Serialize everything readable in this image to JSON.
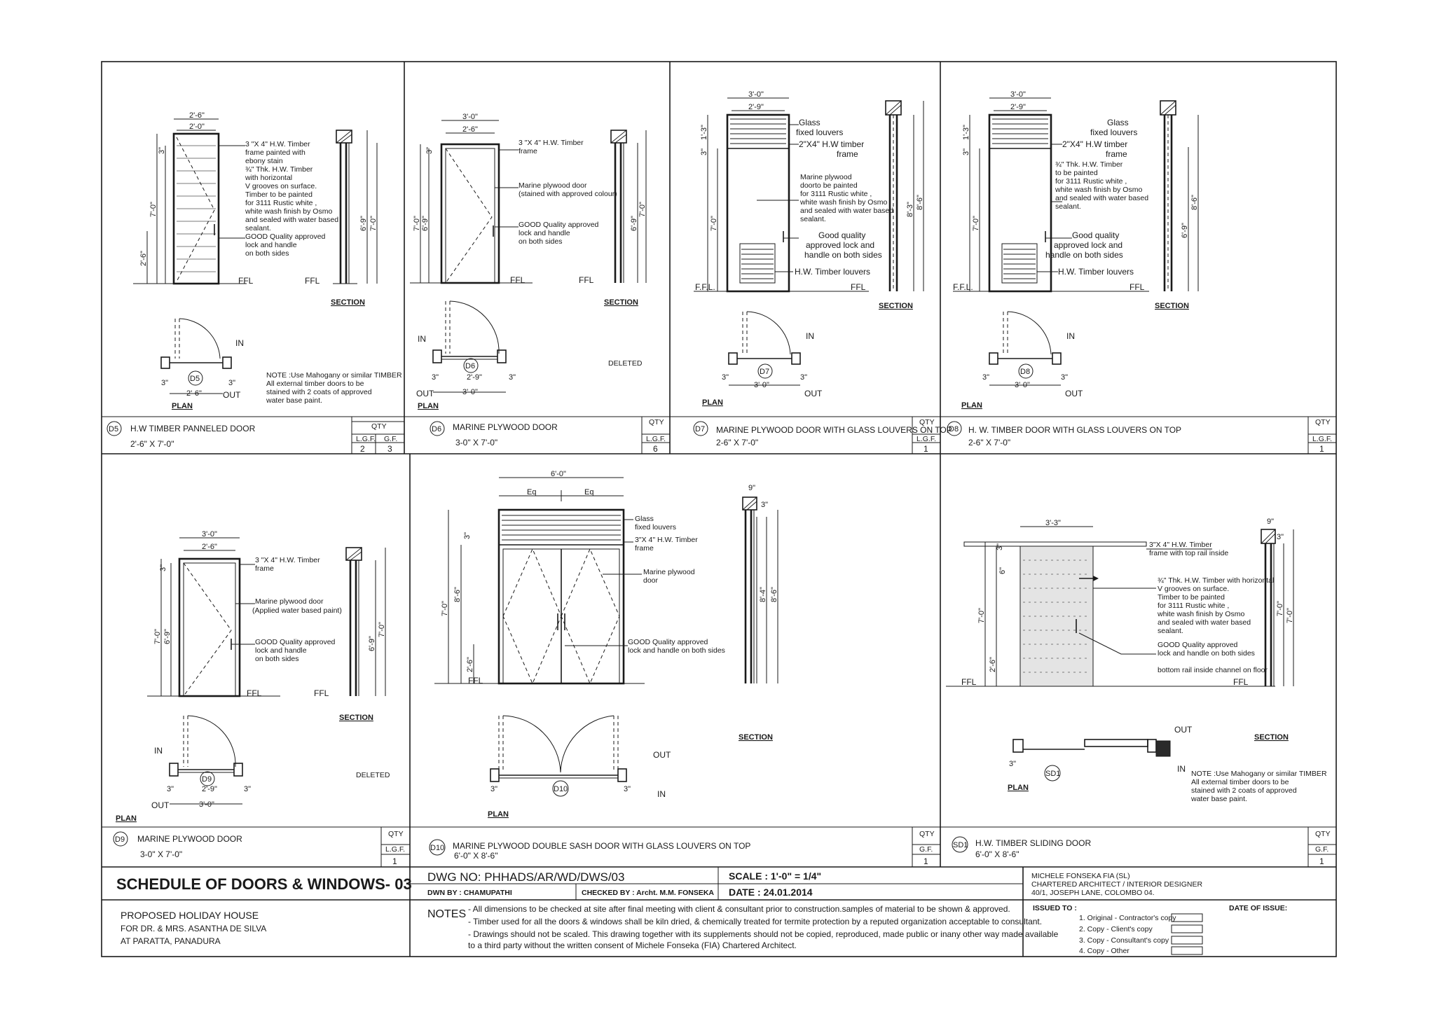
{
  "common": {
    "ffl": "FFL",
    "ffl_dotted": "F.F.L.",
    "section": "SECTION",
    "plan": "PLAN",
    "in": "IN",
    "out": "OUT",
    "qty": "QTY",
    "lgf": "L.G.F.",
    "gf": "G.F.",
    "deleted": "DELETED"
  },
  "dims": {
    "d2_6": "2'-6\"",
    "d2_0": "2'-0\"",
    "d3_0": "3'-0\"",
    "d2_9": "2'-9\"",
    "d3": "3\"",
    "d7_0": "7'-0\"",
    "d6_9": "6'-9\"",
    "d2_6v": "2'-6\"",
    "d1_3": "1'-3\"",
    "d8_3": "8'-3\"",
    "d8_6": "8'-6\"",
    "d8_4": "8'-4\"",
    "d6_0": "6'-0\"",
    "eq": "Eq",
    "d3_3": "3'-3\"",
    "d9": "9\"",
    "d6": "6\""
  },
  "doors": {
    "d5": {
      "tag": "D5",
      "name": "H.W TIMBER PANNELED DOOR",
      "size": "2'-6\" X 7'-0\"",
      "qty_lgf": "2",
      "qty_gf": "3",
      "notes": [
        "3 \"X 4\" H.W. Timber",
        "frame painted with",
        "ebony stain",
        "¾\" Thk. H.W. Timber",
        "with horizontal",
        "V grooves on surface.",
        "Timber to be painted",
        "for  3111 Rustic white ,",
        "white wash finish by Osmo",
        "and sealed with water based",
        "sealant.",
        "GOOD Quality approved",
        "lock and handle",
        "on both sides"
      ],
      "plan_note": [
        "NOTE :Use Mahogany or similar TIMBER",
        "All external timber doors to be",
        "stained with 2 coats of approved",
        "water base paint."
      ]
    },
    "d6": {
      "tag": "D6",
      "name": "MARINE PLYWOOD DOOR",
      "size": "3-0\" X 7'-0\"",
      "qty_lgf": "6",
      "notes_frame": [
        "3 \"X 4\" H.W. Timber",
        "frame"
      ],
      "notes_door": [
        "Marine plywood door",
        "(stained with approved colour)"
      ],
      "notes_lock": [
        "GOOD Quality approved",
        "lock and handle",
        "on both sides"
      ]
    },
    "d7": {
      "tag": "D7",
      "name": "MARINE PLYWOOD  DOOR WITH GLASS LOUVERS ON TOP",
      "size": "2-6\" X 7'-0\"",
      "qty_lgf": "1",
      "notes_glass": [
        "Glass",
        "fixed louvers"
      ],
      "notes_frame": [
        "2\"X4\" H.W timber",
        "frame"
      ],
      "notes_door": [
        "Marine plywood",
        "doorto be painted",
        "for  3111 Rustic white ,",
        "white wash finish by Osmo",
        "and sealed with water based",
        "sealant."
      ],
      "notes_lock": [
        "Good quality",
        "approved lock and",
        "handle on both sides"
      ],
      "notes_louver": [
        "H.W. Timber louvers"
      ]
    },
    "d8": {
      "tag": "D8",
      "name": "H. W. TIMBER  DOOR WITH GLASS LOUVERS ON TOP",
      "size": "2-6\" X 7'-0\"",
      "qty_lgf": "1",
      "notes_glass": [
        "Glass",
        "fixed louvers"
      ],
      "notes_frame": [
        "2\"X4\" H.W timber",
        "frame"
      ],
      "notes_door": [
        "¾\" Thk. H.W. Timber",
        " to be painted",
        "for  3111 Rustic white ,",
        "white wash finish by Osmo",
        "and sealed with water based",
        "sealant."
      ],
      "notes_lock": [
        "Good quality",
        "approved lock and",
        "handle on both sides"
      ],
      "notes_louver": [
        "H.W. Timber louvers"
      ]
    },
    "d9": {
      "tag": "D9",
      "name": "MARINE PLYWOOD DOOR",
      "size": "3-0\" X 7'-0\"",
      "qty_lgf": "1",
      "notes_frame": [
        "3 \"X 4\" H.W. Timber",
        "frame"
      ],
      "notes_door": [
        "Marine plywood door",
        "(Applied water based paint)"
      ],
      "notes_lock": [
        "GOOD Quality approved",
        "lock and handle",
        "on both sides"
      ]
    },
    "d10": {
      "tag": "D10",
      "name": "MARINE PLYWOOD DOUBLE SASH  DOOR WITH GLASS LOUVERS ON TOP",
      "size": "6'-0\" X 8'-6\"",
      "qty_gf": "1",
      "notes_glass": [
        "Glass",
        "fixed louvers"
      ],
      "notes_frame": [
        "3\"X 4\" H.W. Timber",
        "frame"
      ],
      "notes_door": [
        "Marine plywood",
        "door"
      ],
      "notes_lock": [
        "GOOD Quality approved",
        "lock and handle on both sides"
      ]
    },
    "sd1": {
      "tag": "SD1",
      "name": "H.W. TIMBER  SLIDING DOOR",
      "size": "6'-0\" X 8'-6\"",
      "qty_gf": "1",
      "notes_frame": [
        "3\"X 4\" H.W. Timber",
        "frame with top rail inside"
      ],
      "notes_door": [
        "¾\" Thk. H.W. Timber with horizontal",
        "V grooves on surface.",
        "Timber to be painted",
        "for  3111 Rustic white ,",
        "white wash finish by Osmo",
        "and sealed with water based",
        "sealant."
      ],
      "notes_lock": [
        "GOOD Quality approved",
        "lock and handle on both sides"
      ],
      "notes_rail": [
        "bottom rail inside channel on floor"
      ],
      "plan_note": [
        "NOTE :Use Mahogany or similar TIMBER",
        "All external timber doors to be",
        "stained with 2 coats of approved",
        "water base paint."
      ]
    }
  },
  "title_block": {
    "title": "SCHEDULE OF DOORS & WINDOWS- 03",
    "dwg_no": "DWG NO: PHHADS/AR/WD/DWS/03",
    "drawn_by": "DWN BY : CHAMUPATHI",
    "checked_by": "CHECKED BY : Archt. M.M. FONSEKA",
    "scale": "SCALE  : 1'-0\" = 1/4\"",
    "date": "DATE   :  24.01.2014",
    "architect": [
      "MICHELE  FONSEKA  FIA (SL)",
      "CHARTERED  ARCHITECT  /  INTERIOR DESIGNER",
      "40/1, JOSEPH LANE, COLOMBO 04."
    ],
    "project": [
      "PROPOSED HOLIDAY HOUSE",
      "FOR DR. & MRS. ASANTHA DE SILVA",
      "AT PARATTA, PANADURA"
    ],
    "notes_label": "NOTES",
    "notes": [
      "- All dimensions to be checked at site after final meeting with client & consultant prior to construction.samples of material to  be shown & approved.",
      "- Timber used for all the doors & windows shall be kiln dried, & chemically treated for termite protection by a reputed organization acceptable to consultant.",
      "- Drawings should not be scaled. This drawing together with its supplements should not be copied, reproduced, made public or inany other way made available",
      "to a third party without the written consent of Michele Fonseka (FIA) Chartered Architect."
    ],
    "issued_to": "ISSUED TO :",
    "issue_list": [
      "1. Original  - Contractor's copy",
      "2. Copy     - Client's copy",
      "3. Copy     - Consultant's copy",
      "4. Copy     - Other"
    ],
    "date_of_issue": "DATE OF ISSUE:"
  }
}
